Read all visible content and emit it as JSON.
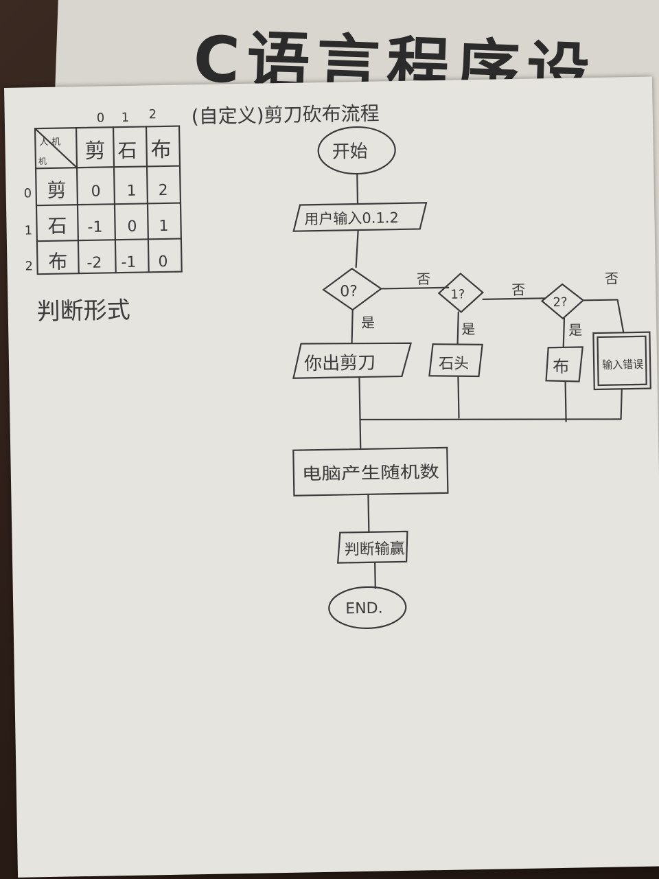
{
  "book": {
    "title": "C语言程序设"
  },
  "diagram": {
    "title": "(自定义)剪刀砍布流程",
    "table": {
      "index_labels": [
        "0",
        "1",
        "2"
      ],
      "corner_top": "人-机",
      "corner_bottom": "机",
      "col_headers": [
        "剪",
        "石",
        "布"
      ],
      "row_headers": [
        "剪",
        "石",
        "布"
      ],
      "cells": [
        [
          "0",
          "1",
          "2"
        ],
        [
          "-1",
          "0",
          "1"
        ],
        [
          "-2",
          "-1",
          "0"
        ]
      ],
      "caption": "判断形式"
    },
    "flow": {
      "start": "开始",
      "input": "用户输入0.1.2",
      "decisions": [
        "0?",
        "1?",
        "2?"
      ],
      "yes": "是",
      "no": "否",
      "outputs": [
        "你出剪刀",
        "石头",
        "布"
      ],
      "error": "输入错误",
      "computer": "电脑产生随机数",
      "judge": "判断输赢",
      "end": "END."
    }
  }
}
